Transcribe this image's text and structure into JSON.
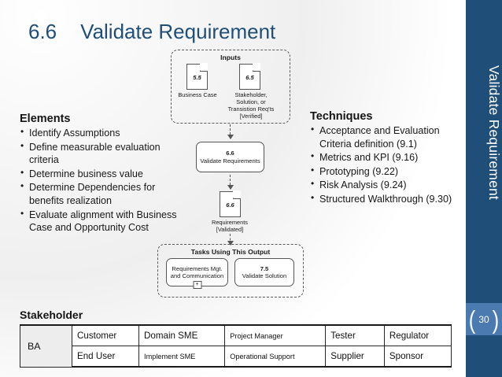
{
  "slide": {
    "title_number": "6.6",
    "title_text": "Validate Requirement"
  },
  "sidebar": {
    "vertical_title": "Validate Requirement",
    "page_number": "30",
    "bracket_left": "(",
    "bracket_right": ")",
    "bg_color": "#1f4e79",
    "badge_color": "#4a7ab0"
  },
  "elements": {
    "heading": "Elements",
    "items": [
      "Identify Assumptions",
      "Define measurable evaluation criteria",
      "Determine business value",
      "Determine Dependencies for benefits realization",
      "Evaluate alignment with Business Case and Opportunity Cost"
    ]
  },
  "techniques": {
    "heading": "Techniques",
    "items": [
      "Acceptance and Evaluation Criteria definition (9.1)",
      "Metrics and KPI (9.16)",
      "Prototyping (9.22)",
      "Risk Analysis (9.24)",
      "Structured Walkthrough (9.30)"
    ]
  },
  "diagram": {
    "inputs": {
      "title": "Inputs",
      "documents": [
        {
          "number": "5.5",
          "label": "Business Case"
        },
        {
          "number": "6.5",
          "label": "Stakeholder, Solution, or Transistion Req'ts [Verified]"
        }
      ]
    },
    "process": {
      "number": "6.6",
      "label": "Validate Requirements"
    },
    "output": {
      "number": "6.6",
      "label": "Requirements [Validated]"
    },
    "tasks_using_output": {
      "title": "Tasks Using This Output",
      "boxes": [
        {
          "number": "",
          "label": "Requirements Mgt. and Communication",
          "expander": "+"
        },
        {
          "number": "7.5",
          "label": "Validate Solution",
          "expander": ""
        }
      ]
    }
  },
  "stakeholder": {
    "heading": "Stakeholder",
    "role_cell": "BA",
    "rows": [
      [
        "Customer",
        "Domain SME",
        "Project Manager",
        "Tester",
        "Regulator"
      ],
      [
        "End User",
        "Implement SME",
        "Operational Support",
        "Supplier",
        "Sponsor"
      ]
    ]
  }
}
